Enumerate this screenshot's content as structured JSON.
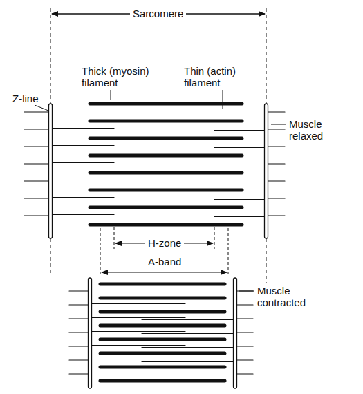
{
  "diagram": {
    "labels": [
      "Sarcomere",
      "Thick (myosin) filament",
      "Thin (actin) filament",
      "Z-line",
      "Muscle relaxed",
      "H-zone",
      "A-band",
      "Muscle contracted"
    ]
  }
}
